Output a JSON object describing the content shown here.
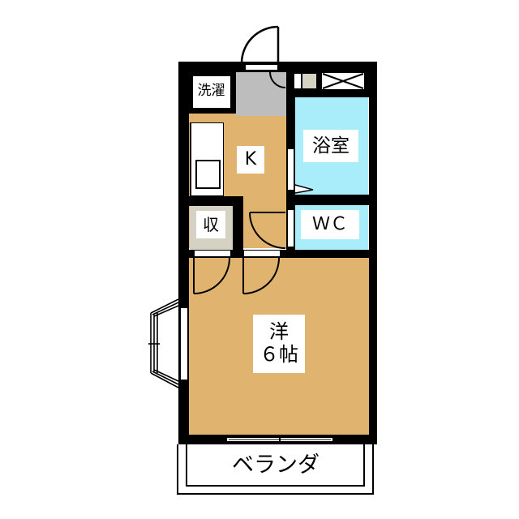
{
  "floorplan": {
    "rooms": {
      "laundry": {
        "label": "洗濯"
      },
      "kitchen": {
        "label": "K"
      },
      "bathroom": {
        "label": "浴室"
      },
      "storage": {
        "label": "収"
      },
      "toilet": {
        "label": "ＷＣ"
      },
      "western_room": {
        "label_line1": "洋",
        "label_line2": "６帖"
      },
      "balcony": {
        "label": "ベランダ"
      }
    },
    "colors": {
      "wall": "#000000",
      "wood_floor": "#e0b46e",
      "wet_area": "#a9ecfa",
      "entrance": "#bdbdbd",
      "storage": "#d6d2c3"
    }
  }
}
